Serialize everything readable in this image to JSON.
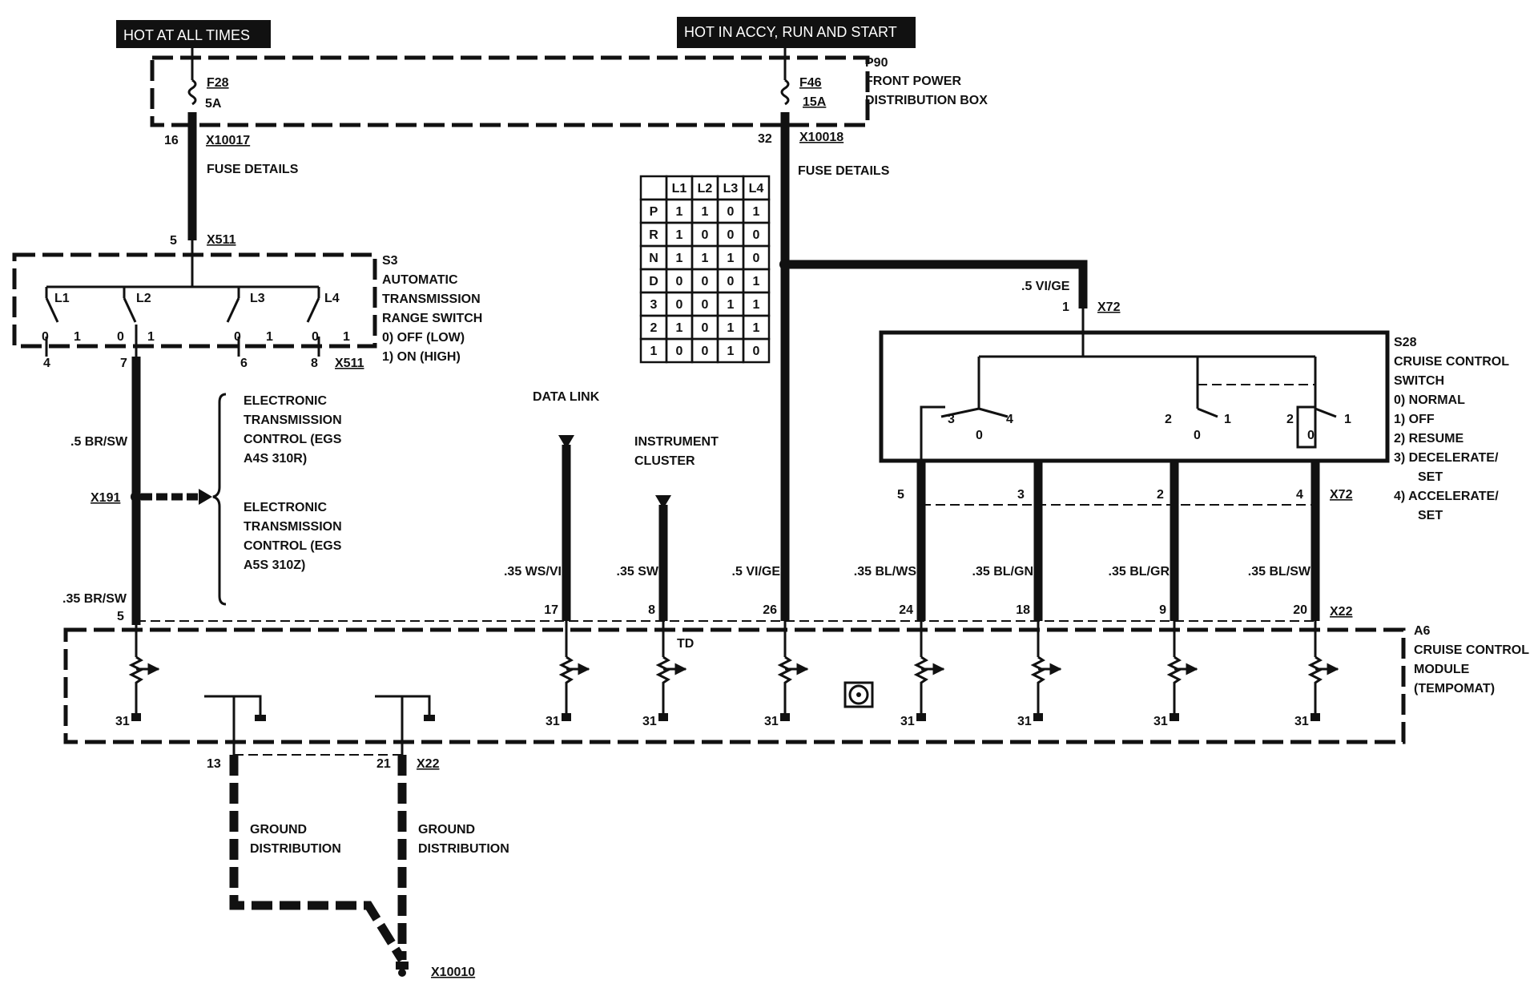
{
  "headers": {
    "hot_at_all_times": "HOT AT ALL TIMES",
    "hot_in_accy": "HOT IN ACCY, RUN AND START"
  },
  "fuse_box": {
    "id": "P90",
    "name_line1": "FRONT POWER",
    "name_line2": "DISTRIBUTION BOX",
    "fuse_left_id": "F28",
    "fuse_left_rating": "5A",
    "fuse_right_id": "F46",
    "fuse_right_rating": "15A",
    "pin_left": "16",
    "conn_left": "X10017",
    "pin_right": "32",
    "conn_right": "X10018",
    "fuse_details_left": "FUSE DETAILS",
    "fuse_details_right": "FUSE DETAILS"
  },
  "s3": {
    "pin_top": "5",
    "conn_top": "X511",
    "id": "S3",
    "name_line1": "AUTOMATIC",
    "name_line2": "TRANSMISSION",
    "name_line3": "RANGE SWITCH",
    "state0": "0)   OFF (LOW)",
    "state1": "1)   ON (HIGH)",
    "switch_labels": [
      "L1",
      "L2",
      "L3",
      "L4"
    ],
    "pos0": "0",
    "pos1": "1",
    "pins_bottom": [
      "4",
      "7",
      "6",
      "8"
    ],
    "conn_bottom": "X511"
  },
  "range_table": {
    "headers": [
      "",
      "L1",
      "L2",
      "L3",
      "L4"
    ],
    "rows": [
      [
        "P",
        "1",
        "1",
        "0",
        "1"
      ],
      [
        "R",
        "1",
        "0",
        "0",
        "0"
      ],
      [
        "N",
        "1",
        "1",
        "1",
        "0"
      ],
      [
        "D",
        "0",
        "0",
        "0",
        "1"
      ],
      [
        "3",
        "0",
        "0",
        "1",
        "1"
      ],
      [
        "2",
        "1",
        "0",
        "1",
        "1"
      ],
      [
        "1",
        "0",
        "0",
        "1",
        "0"
      ]
    ]
  },
  "egs": {
    "wire_upper": ".5 BR/SW",
    "conn": "X191",
    "line1": "ELECTRONIC",
    "line2": "TRANSMISSION",
    "line3": "CONTROL (EGS",
    "line4": "A4S 310R)",
    "line5": "ELECTRONIC",
    "line6": "TRANSMISSION",
    "line7": "CONTROL (EGS",
    "line8": "A5S 310Z)",
    "wire_lower": ".35 BR/SW",
    "pin_module": "5"
  },
  "signals": {
    "data_link": "DATA LINK",
    "instrument_line1": "INSTRUMENT",
    "instrument_line2": "CLUSTER",
    "td": "TD"
  },
  "wires": [
    {
      "label": ".35 WS/VI",
      "pin": "17"
    },
    {
      "label": ".35 SW",
      "pin": "8"
    },
    {
      "label": ".5 VI/GE",
      "pin": "26"
    },
    {
      "label": ".35 BL/WS",
      "pin": "24"
    },
    {
      "label": ".35 BL/GN",
      "pin": "18"
    },
    {
      "label": ".35 BL/GR",
      "pin": "9"
    },
    {
      "label": ".35 BL/SW",
      "pin": "20"
    }
  ],
  "module_conn": "X22",
  "s28": {
    "feed_wire": ".5 VI/GE",
    "feed_pin": "1",
    "feed_conn": "X72",
    "id": "S28",
    "name_line1": "CRUISE CONTROL",
    "name_line2": "SWITCH",
    "states": [
      "0)   NORMAL",
      "1)   OFF",
      "2)   RESUME",
      "3)   DECELERATE/",
      "SET",
      "4)   ACCELERATE/",
      "SET"
    ],
    "contact_labels": [
      "3",
      "0",
      "4",
      "2",
      "0",
      "1",
      "2",
      "0",
      "1"
    ],
    "pins_bottom": [
      "5",
      "3",
      "2",
      "4"
    ],
    "conn_bottom": "X72"
  },
  "a6": {
    "id": "A6",
    "name_line1": "CRUISE CONTROL",
    "name_line2": "MODULE",
    "name_line3": "(TEMPOMAT)",
    "ground_pin": "31",
    "pin_gnd_left": "13",
    "pin_gnd_right": "21",
    "conn_gnd": "X22"
  },
  "ground": {
    "left_line1": "GROUND",
    "left_line2": "DISTRIBUTION",
    "right_line1": "GROUND",
    "right_line2": "DISTRIBUTION",
    "point": "X10010"
  }
}
